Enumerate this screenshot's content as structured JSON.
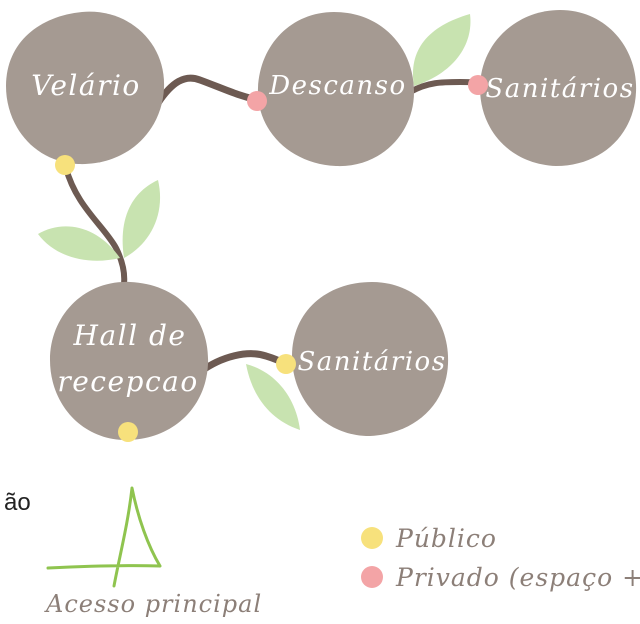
{
  "nodes": {
    "velario": {
      "label": "Velário"
    },
    "descanso": {
      "label": "Descanso"
    },
    "sanitarios_top": {
      "label": "Sanitários"
    },
    "hall": {
      "label_line1": "Hall de",
      "label_line2": "recepcao"
    },
    "sanitarios_bottom": {
      "label": "Sanitários"
    }
  },
  "left_partial_text": "ão",
  "legend": {
    "main_access": "Acesso principal",
    "public": "Público",
    "private": "Privado (espaço +"
  },
  "colors": {
    "node": "#a59a92",
    "public": "#f7e17c",
    "private": "#f3a4a6",
    "leaf": "#c8e3b0",
    "stem": "#6d5a52",
    "access_line": "#8fc44f",
    "legend_text": "#8c7f78"
  }
}
